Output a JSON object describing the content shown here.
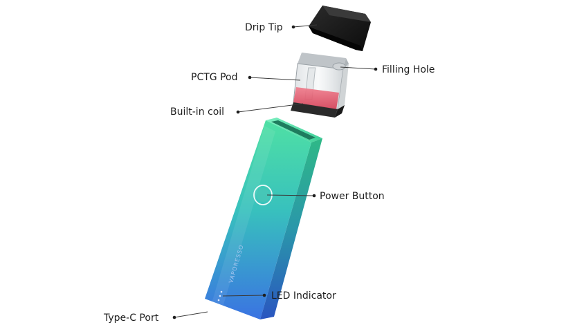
{
  "diagram": {
    "callouts": {
      "drip_tip": "Drip Tip",
      "filling_hole": "Filling Hole",
      "pctg_pod": "PCTG Pod",
      "built_in_coil": "Built-in coil",
      "power_button": "Power Button",
      "led_indicator": "LED Indicator",
      "type_c_port": "Type-C Port"
    },
    "device_engraving": "VAPORESSO",
    "colors": {
      "body_top": "#46d9a0",
      "body_mid": "#36b7c8",
      "body_bottom": "#3b6ee0",
      "drip_tip": "#121212",
      "coil_red": "#e0485e"
    }
  }
}
